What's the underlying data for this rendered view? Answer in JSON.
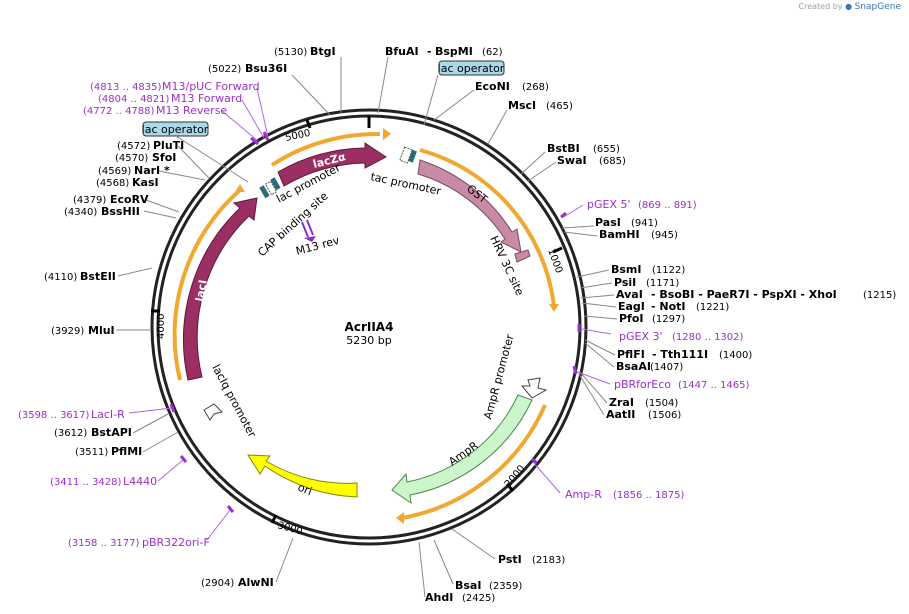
{
  "credit": {
    "created_by": "Created by",
    "brand": "SnapGene"
  },
  "plasmid": {
    "name": "AcrIIA4",
    "size": "5230 bp"
  },
  "ticks": [
    "1000",
    "2000",
    "3000",
    "4000",
    "5000"
  ],
  "features": {
    "lacZa": "lacZα",
    "tac_promoter": "tac promoter",
    "gst": "GST",
    "hrv": "HRV 3C site",
    "ampr_promoter": "AmpR promoter",
    "ampr": "AmpR",
    "ori": "ori",
    "lacI": "lacI",
    "laciq_promoter": "lacIq promoter",
    "lac_promoter": "lac promoter",
    "cap_site": "CAP binding site",
    "m13rev": "M13 rev"
  },
  "boxes": {
    "lac_operator_top": "lac operator",
    "lac_operator_left": "lac operator"
  },
  "sites": [
    {
      "name": "BtgI",
      "pos": "(5130)"
    },
    {
      "name": "BfuAI",
      "sep": "-",
      "name2": "BspMI",
      "pos": "(62)"
    },
    {
      "name": "Bsu36I",
      "pos": "(5022)"
    },
    {
      "name": "EcoNI",
      "pos": "(268)"
    },
    {
      "name": "MscI",
      "pos": "(465)"
    },
    {
      "name": "BstBI",
      "pos": "(655)"
    },
    {
      "name": "SwaI",
      "pos": "(685)"
    },
    {
      "name": "PasI",
      "pos": "(941)"
    },
    {
      "name": "BamHI",
      "pos": "(945)"
    },
    {
      "name": "BsmI",
      "pos": "(1122)"
    },
    {
      "name": "PsiI",
      "pos": "(1171)"
    },
    {
      "name": "AvaI",
      "rest": "- BsoBI  - PaeR7I  - PspXI  - XhoI",
      "pos": "(1215)"
    },
    {
      "name": "EagI",
      "rest": "- NotI",
      "pos": "(1221)"
    },
    {
      "name": "PfoI",
      "pos": "(1297)"
    },
    {
      "name": "PflFI",
      "rest": "- Tth111I",
      "pos": "(1400)"
    },
    {
      "name": "BsaAI",
      "pos": "(1407)"
    },
    {
      "name": "ZraI",
      "pos": "(1504)"
    },
    {
      "name": "AatII",
      "pos": "(1506)"
    },
    {
      "name": "PstI",
      "pos": "(2183)"
    },
    {
      "name": "BsaI",
      "pos": "(2359)"
    },
    {
      "name": "AhdI",
      "pos": "(2425)"
    },
    {
      "name": "AlwNI",
      "pos": "(2904)"
    },
    {
      "name": "PflMI",
      "pos": "(3511)"
    },
    {
      "name": "BstAPI",
      "pos": "(3612)"
    },
    {
      "name": "MluI",
      "pos": "(3929)"
    },
    {
      "name": "BstEII",
      "pos": "(4110)"
    },
    {
      "name": "BssHII",
      "pos": "(4340)"
    },
    {
      "name": "EcoRV",
      "pos": "(4379)"
    },
    {
      "name": "KasI",
      "pos": "(4568)"
    },
    {
      "name": "NarI *",
      "pos": "(4569)"
    },
    {
      "name": "SfoI",
      "pos": "(4570)"
    },
    {
      "name": "PluTI",
      "pos": "(4572)"
    }
  ],
  "primers": [
    {
      "name": "M13/pUC Forward",
      "pos": "(4813 .. 4835)"
    },
    {
      "name": "M13 Forward",
      "pos": "(4804 .. 4821)"
    },
    {
      "name": "M13 Reverse",
      "pos": "(4772 .. 4788)"
    },
    {
      "name": "pGEX 5'",
      "pos": "(869 .. 891)"
    },
    {
      "name": "pGEX 3'",
      "pos": "(1280 .. 1302)"
    },
    {
      "name": "pBRforEco",
      "pos": "(1447 .. 1465)"
    },
    {
      "name": "Amp-R",
      "pos": "(1856 .. 1875)"
    },
    {
      "name": "LacI-R",
      "pos": "(3598 .. 3617)"
    },
    {
      "name": "L4440",
      "pos": "(3411 .. 3428)"
    },
    {
      "name": "pBR322ori-F",
      "pos": "(3158 .. 3177)"
    }
  ]
}
